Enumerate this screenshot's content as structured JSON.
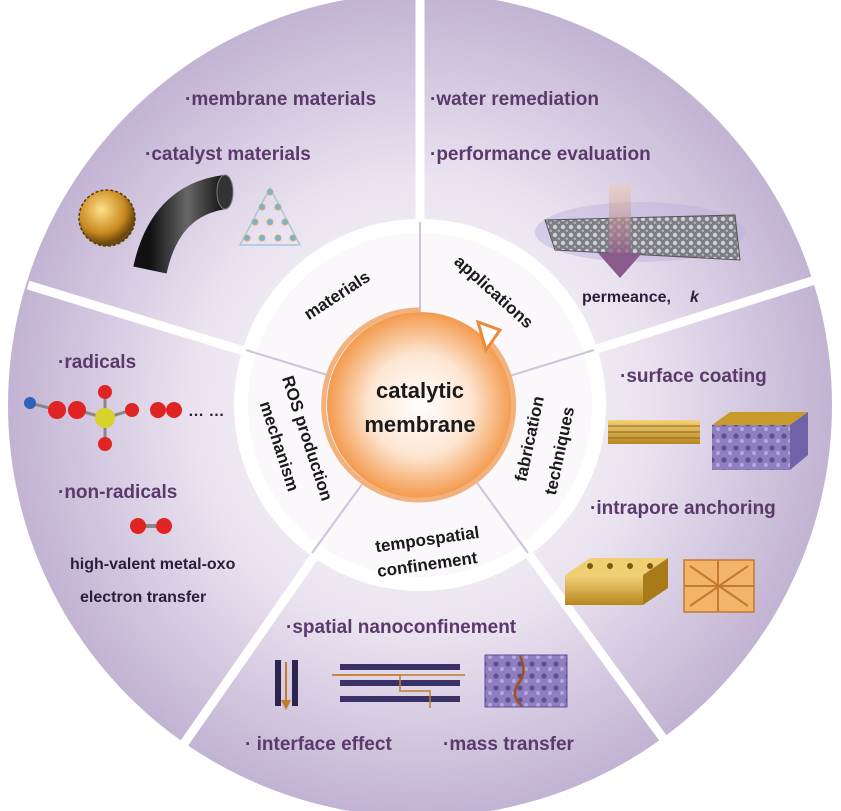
{
  "center": {
    "line1": "catalytic",
    "line2": "membrane"
  },
  "ring": {
    "materials": "materials",
    "applications": "applications",
    "fabrication_line1": "fabrication",
    "fabrication_line2": "techniques",
    "temporal_line1": "tempospatial",
    "temporal_line2": "confinement",
    "ros_line1": "ROS production",
    "ros_line2": "mechanism"
  },
  "sectors": {
    "materials": {
      "item1": "·membrane materials",
      "item2": "·catalyst materials"
    },
    "applications": {
      "item1": "·water remediation",
      "item2": "·performance evaluation",
      "caption": "permeance,",
      "caption_var": "k"
    },
    "fabrication": {
      "item1": "·surface coating",
      "item2": "·intrapore anchoring"
    },
    "confinement": {
      "item1": "·spatial nanoconfinement",
      "item2": "· interface effect",
      "item3": "·mass transfer"
    },
    "ros": {
      "item1": "·radicals",
      "dots": "… …",
      "item2": "·non-radicals",
      "item3": "high-valent metal-oxo",
      "item4": "electron transfer"
    }
  },
  "colors": {
    "sector_edge": "#c7b9d6",
    "sector_center": "#f3eef6",
    "divider": "#ffffff",
    "center_glow": "#f2a05a",
    "arrow": "#e98a3c"
  }
}
